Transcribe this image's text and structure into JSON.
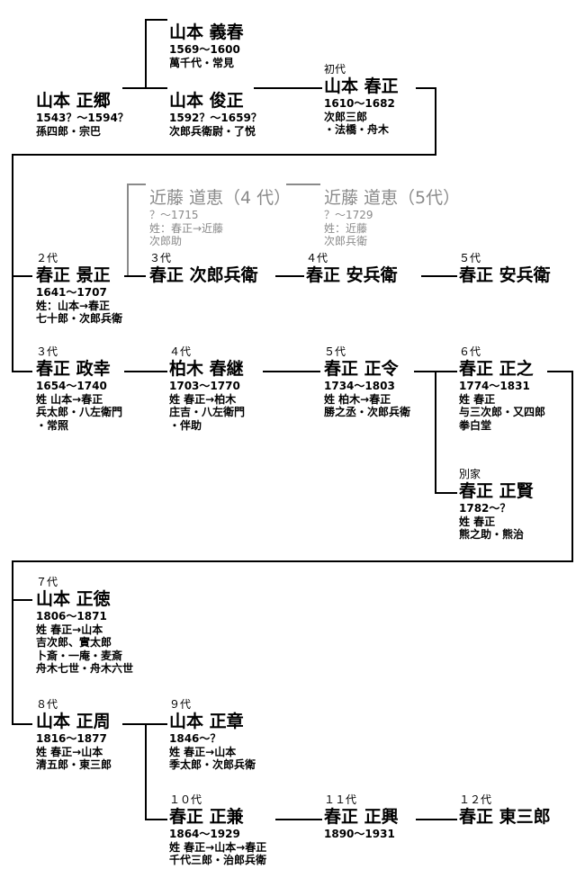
{
  "people": [
    {
      "id": "yoshiharu",
      "gen": "",
      "name": "山本 義春",
      "details": [
        "1569～1600",
        "萬千代・常見"
      ],
      "gray": false
    },
    {
      "id": "masasato",
      "gen": "",
      "name": "山本 正郷",
      "details": [
        "1543？～1594？",
        "孫四郎・宗巴"
      ],
      "gray": false
    },
    {
      "id": "toshimasa",
      "gen": "",
      "name": "山本 俊正",
      "details": [
        "1592？～1659？",
        "次郎兵衛尉・了悦"
      ],
      "gray": false
    },
    {
      "id": "harumasa1",
      "gen": "初代",
      "name": "山本 春正",
      "details": [
        "1610～1682",
        "次郎三郎",
        "・法橋・舟木"
      ],
      "gray": false
    },
    {
      "id": "doukei4",
      "gen": "",
      "name": "近藤 道恵（4 代）",
      "details": [
        "？～1715",
        "姓：春正→近藤",
        "次郎助"
      ],
      "gray": true
    },
    {
      "id": "doukei5",
      "gen": "",
      "name": "近藤 道恵（5代）",
      "details": [
        "？～1729",
        "姓：近藤",
        "次郎兵衛"
      ],
      "gray": true
    },
    {
      "id": "kagemasa",
      "gen": "２代",
      "name": "春正 景正",
      "details": [
        "1641～1707",
        "姓：山本→春正",
        "七十郎・次郎兵衛"
      ],
      "gray": false
    },
    {
      "id": "jirobee3",
      "gen": "３代",
      "name": "春正 次郎兵衛",
      "details": [],
      "gray": false
    },
    {
      "id": "yasubee4",
      "gen": "４代",
      "name": "春正 安兵衛",
      "details": [],
      "gray": false
    },
    {
      "id": "yasubee5",
      "gen": "５代",
      "name": "春正 安兵衛",
      "details": [],
      "gray": false
    },
    {
      "id": "masayuki",
      "gen": "３代",
      "name": "春正 政幸",
      "details": [
        "1654～1740",
        "姓 山本→春正",
        "兵太郎・八左衛門",
        "・常照"
      ],
      "gray": false
    },
    {
      "id": "harutsugu",
      "gen": "４代",
      "name": "柏木 春継",
      "details": [
        "1703～1770",
        "姓 春正→柏木",
        "庄吉・八左衛門",
        "・伴助"
      ],
      "gray": false
    },
    {
      "id": "masanori",
      "gen": "５代",
      "name": "春正 正令",
      "details": [
        "1734～1803",
        "姓 柏木→春正",
        "勝之丞・次郎兵衛"
      ],
      "gray": false
    },
    {
      "id": "masayuki6",
      "gen": "６代",
      "name": "春正 正之",
      "details": [
        "1774～1831",
        "姓 春正",
        "与三次郎・又四郎",
        "拳白堂"
      ],
      "gray": false
    },
    {
      "id": "masakata",
      "gen": "別家",
      "name": "春正 正賢",
      "details": [
        "1782～？",
        "姓 春正",
        "熊之助・熊治"
      ],
      "gray": false
    },
    {
      "id": "masanori7",
      "gen": "７代",
      "name": "山本 正徳",
      "details": [
        "1806～1871",
        "姓 春正→山本",
        "吉次郎、實太郎",
        "卜斎・一庵・麦斎",
        "舟木七世・舟木六世"
      ],
      "gray": false
    },
    {
      "id": "masachika",
      "gen": "８代",
      "name": "山本 正周",
      "details": [
        "1816～1877",
        "姓 春正→山本",
        "清五郎・東三郎"
      ],
      "gray": false
    },
    {
      "id": "masaaki",
      "gen": "９代",
      "name": "山本 正章",
      "details": [
        "1846～？",
        "姓 春正→山本",
        "季太郎・次郎兵衛"
      ],
      "gray": false
    },
    {
      "id": "masakane",
      "gen": "１０代",
      "name": "春正 正兼",
      "details": [
        "1864～1929",
        "姓 春正→山本→春正",
        "千代三郎・治郎兵衛"
      ],
      "gray": false
    },
    {
      "id": "masaoki",
      "gen": "１１代",
      "name": "春正 正興",
      "details": [
        "1890～1931"
      ],
      "gray": false
    },
    {
      "id": "tozaburo",
      "gen": "１２代",
      "name": "春正 東三郎",
      "details": [],
      "gray": false
    }
  ],
  "colors": {
    "text": "#000000",
    "gray": "#8a8a8a",
    "line": "#000000"
  }
}
